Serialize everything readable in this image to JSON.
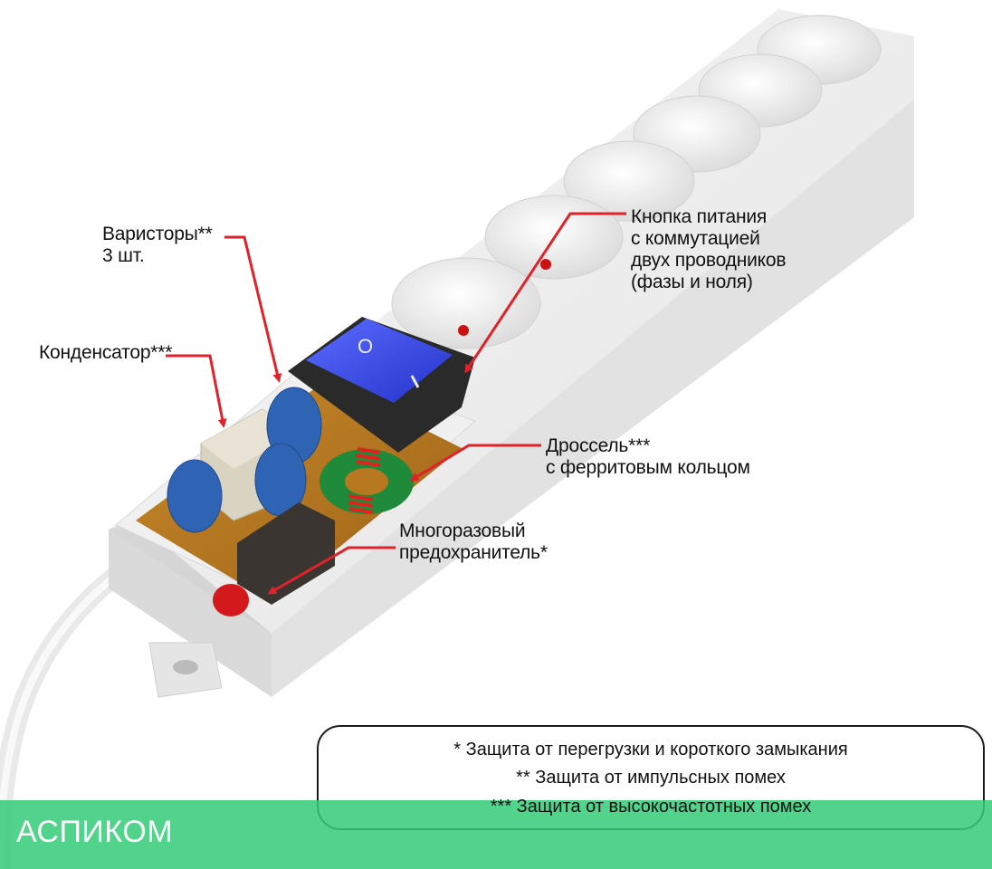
{
  "callouts": {
    "varistors": {
      "line1": "Варисторы**",
      "line2": "3 шт."
    },
    "capacitor": {
      "line1": "Конденсатор***"
    },
    "power_button": {
      "line1": "Кнопка питания",
      "line2": "с коммутацией",
      "line3": "двух проводников",
      "line4": "(фазы и ноля)"
    },
    "choke": {
      "line1": "Дроссель***",
      "line2": "с ферритовым кольцом"
    },
    "fuse": {
      "line1": "Многоразовый",
      "line2": "предохранитель*"
    }
  },
  "legend": {
    "line1": "* Защита от перегрузки и короткого замыкания",
    "line2": "** Защита от импульсных помех",
    "line3": "*** Защита от высокочастотных помех"
  },
  "brand": {
    "name": "АСПИКОМ"
  },
  "colors": {
    "arrow": "#e0232b",
    "brand_bar": "#34cc78",
    "switch": "#3a48e8",
    "varistor": "#2f63b4",
    "capacitor": "#d9d3c2",
    "choke_ring": "#1f8a3a",
    "choke_winding": "#e0231f",
    "pcb": "#b8781f",
    "fuse_cap": "#d3191c"
  }
}
